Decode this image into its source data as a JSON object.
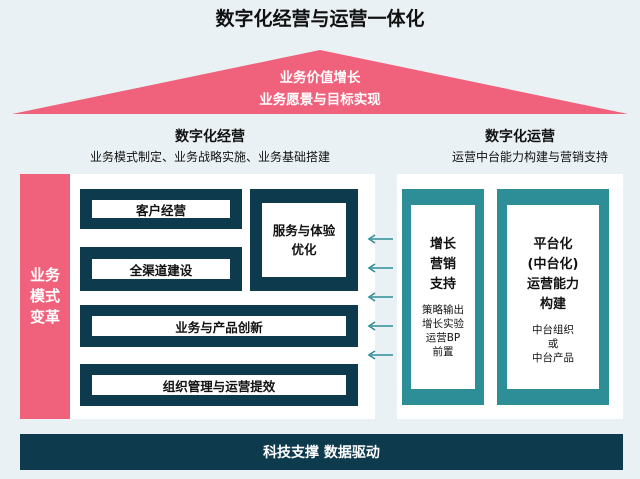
{
  "title": "数字化经营与运营一体化",
  "roof": {
    "line1": "业务价值增长",
    "line2": "业务愿景与目标实现"
  },
  "left_section": {
    "title": "数字化经营",
    "subtitle": "业务模式制定、业务战略实施、业务基础搭建",
    "pillar": [
      "业务",
      "模式",
      "变革"
    ],
    "boxes": {
      "customer": "客户经营",
      "channel": "全渠道建设",
      "service": [
        "服务与体验",
        "优化"
      ],
      "innovation": "业务与产品创新",
      "org": "组织管理与运营提效"
    }
  },
  "right_section": {
    "title": "数字化运营",
    "subtitle": "运营中台能力构建与营销支持",
    "growth": {
      "title": [
        "增长",
        "营销",
        "支持"
      ],
      "detail": [
        "策略输出",
        "增长实验",
        "运营BP",
        "前置"
      ]
    },
    "platform": {
      "title": [
        "平台化",
        "(中台化)",
        "运营能力",
        "构建"
      ],
      "detail": [
        "中台组织",
        "或",
        "中台产品"
      ]
    }
  },
  "foundation": "科技支撑 数据驱动",
  "colors": {
    "pink": "#f0617b",
    "navy": "#0d3a4c",
    "teal": "#2d8e98",
    "background": "#eaf1f4"
  }
}
